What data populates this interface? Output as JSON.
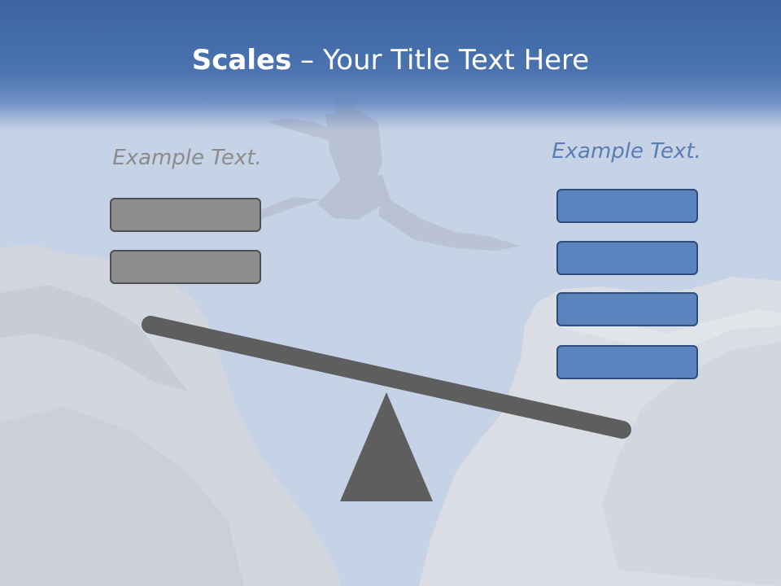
{
  "slide": {
    "title_bold": "Scales",
    "title_rest": " – Your Title Text Here"
  },
  "left": {
    "label": "Example Text.",
    "box_count": 2,
    "color": "#8d8d8d"
  },
  "right": {
    "label": "Example Text.",
    "box_count": 4,
    "color": "#5b84bf"
  },
  "scale": {
    "beam_color": "#5e5e5e",
    "fulcrum_color": "#5e5e5e",
    "tilt": "down-right"
  },
  "background": {
    "photo": "person leaping across gap between two rock cliffs",
    "sky_color": "#c6d2e6",
    "header_color": "#4a73b0"
  }
}
